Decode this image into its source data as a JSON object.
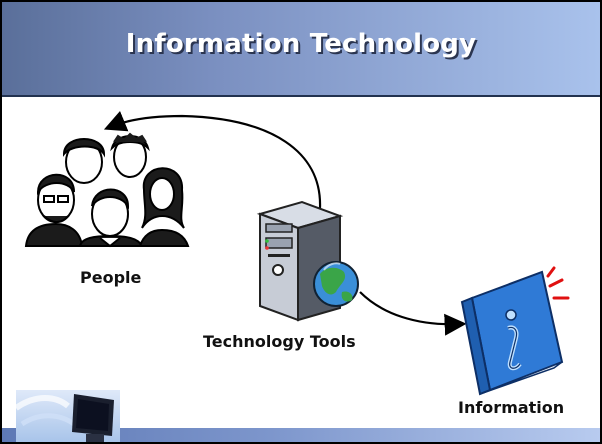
{
  "slide": {
    "title": "Information Technology"
  },
  "nodes": {
    "people": {
      "label": "People",
      "icon": "people-group-icon"
    },
    "tools": {
      "label": "Technology Tools",
      "icon": "computer-tower-globe-icon"
    },
    "information": {
      "label": "Information",
      "icon": "info-book-icon"
    }
  },
  "colors": {
    "title_bar": "#7a8fc0",
    "title_text": "#ffffff",
    "book": "#2f7ad6",
    "globe": "#2f8f3a"
  }
}
